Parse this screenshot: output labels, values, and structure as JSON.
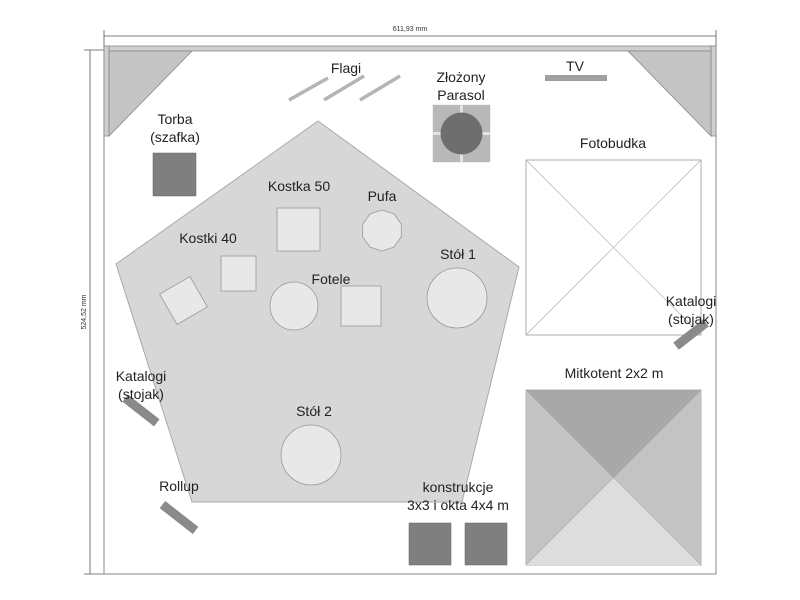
{
  "dimensions": {
    "width": "611,93 mm",
    "height": "524,52 mm"
  },
  "colors": {
    "floor": "#d7d7d7",
    "light": "#e8e8e8",
    "dark": "#7f7f7f",
    "mid": "#9d9d9d",
    "stroke": "#999999",
    "tent_top": "#a8a8a8",
    "tent_side": "#c3c3c3",
    "tent_bottom": "#dddddd"
  },
  "labels": {
    "flagi": "Flagi",
    "parasol": [
      "Złożony",
      "Parasol"
    ],
    "tv": "TV",
    "torba": [
      "Torba",
      "(szafka)"
    ],
    "fotobudka": "Fotobudka",
    "kostka50": "Kostka 50",
    "pufa": "Pufa",
    "kostki40": "Kostki 40",
    "stol1": "Stół 1",
    "fotele": "Fotele",
    "katalogi_right": [
      "Katalogi",
      "(stojak)"
    ],
    "katalogi_left": [
      "Katalogi",
      "(stojak)"
    ],
    "mitkotent": "Mitkotent 2x2 m",
    "stol2": "Stół 2",
    "rollup": "Rollup",
    "konstrukcje": [
      "konstrukcje",
      "3x3 i okta 4x4 m"
    ]
  }
}
